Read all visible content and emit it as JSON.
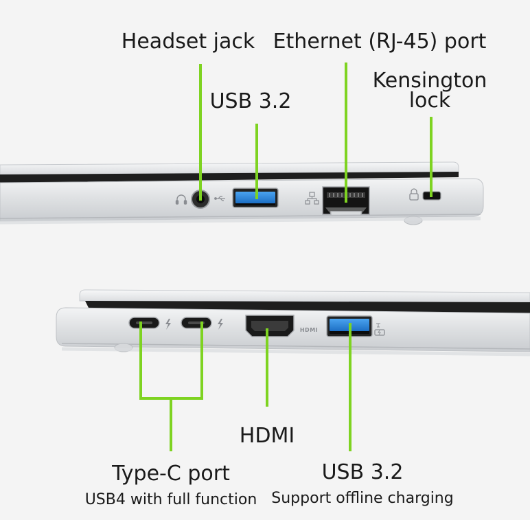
{
  "colors": {
    "background": "#f4f4f4",
    "leader_line": "#7ed321",
    "laptop_body": "#dfe1e3",
    "usb_port_blue": "#2a7fd4",
    "port_dark": "#1c1c1c"
  },
  "top_view": {
    "labels": {
      "headset_jack": "Headset jack",
      "usb": "USB 3.2",
      "ethernet": "Ethernet (RJ-45) port",
      "kensington_line1": "Kensington",
      "kensington_line2": "lock"
    },
    "icons": [
      "headset-icon",
      "usb-icon",
      "network-icon",
      "lock-icon"
    ]
  },
  "bottom_view": {
    "labels": {
      "type_c_title": "Type-C port",
      "type_c_sub": "USB4 with full function",
      "hdmi": "HDMI",
      "usb_title": "USB 3.2",
      "usb_sub": "Support offline charging"
    },
    "printed": {
      "hdmi_logo_text": "HDMI"
    },
    "icons": [
      "thunderbolt-icon",
      "thunderbolt-icon",
      "hdmi-logo",
      "battery-charging-icon"
    ]
  }
}
